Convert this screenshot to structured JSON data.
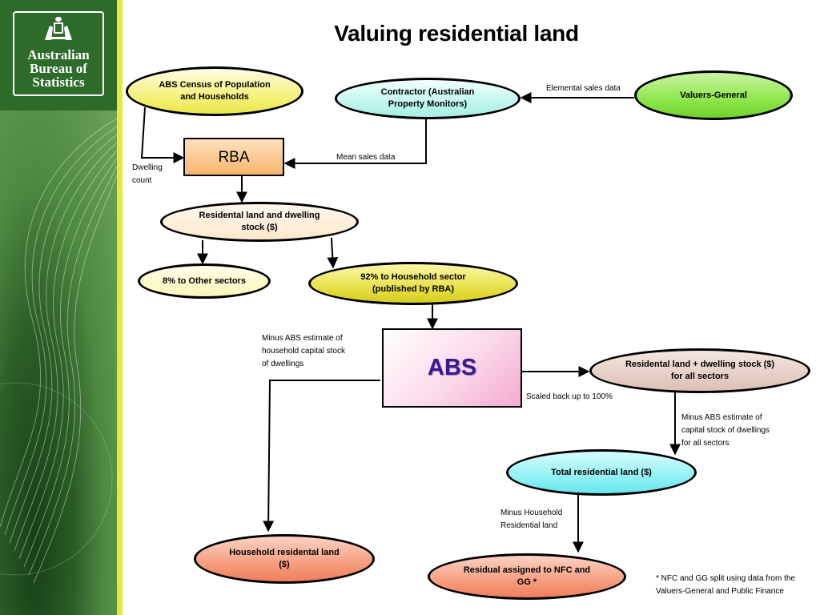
{
  "logo": {
    "line1": "Australian",
    "line2": "Bureau of",
    "line3": "Statistics"
  },
  "title": "Valuing residential land",
  "nodes": {
    "census": "ABS Census of Population and Households",
    "contractor": "Contractor (Australian Property Monitors)",
    "valuers": "Valuers-General",
    "rba": "RBA",
    "stock": "Residental land and dwelling stock ($)",
    "other": "8% to Other sectors",
    "household_sector": "92% to Household sector (published by RBA)",
    "abs": "ABS",
    "all_sectors": "Residental land + dwelling stock ($) for all sectors",
    "total": "Total residential land ($)",
    "household_land": "Household residental land ($)",
    "residual": "Residual assigned to NFC and GG *"
  },
  "labels": {
    "elemental": "Elemental sales data",
    "mean_sales": "Mean sales data",
    "dwelling_count_1": "Dwelling",
    "dwelling_count_2": "count",
    "minus_household_1": "Minus ABS estimate of",
    "minus_household_2": "household capital stock",
    "minus_household_3": "of dwellings",
    "scaled": "Scaled back up to 100%",
    "minus_all_1": "Minus ABS estimate of",
    "minus_all_2": "capital stock of dwellings",
    "minus_all_3": "for all sectors",
    "minus_hh_res_1": "Minus Household",
    "minus_hh_res_2": "Residential land",
    "footnote_1": "* NFC and GG split using data from the",
    "footnote_2": "Valuers-General and Public Finance"
  },
  "colors": {
    "sidebar_green": "#3e7d3a",
    "stripe_yellow": "#e9e83a",
    "abs_text": "#3a1a8a"
  }
}
